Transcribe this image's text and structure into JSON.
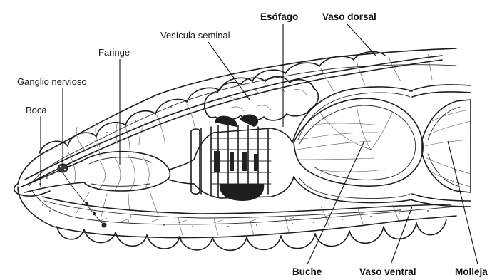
{
  "labels": {
    "esofago": "Esófago",
    "vaso_dorsal": "Vaso dorsal",
    "vesicula_seminal": "Vesícula seminal",
    "faringe": "Faringe",
    "ganglio_nervioso": "Ganglio nervioso",
    "boca": "Boca",
    "buche": "Buche",
    "vaso_ventral": "Vaso ventral",
    "molleja": "Molleja"
  },
  "colors": {
    "ink": "#1c1c1c",
    "background": "#ffffff",
    "label_text": "#1a1a1a"
  }
}
